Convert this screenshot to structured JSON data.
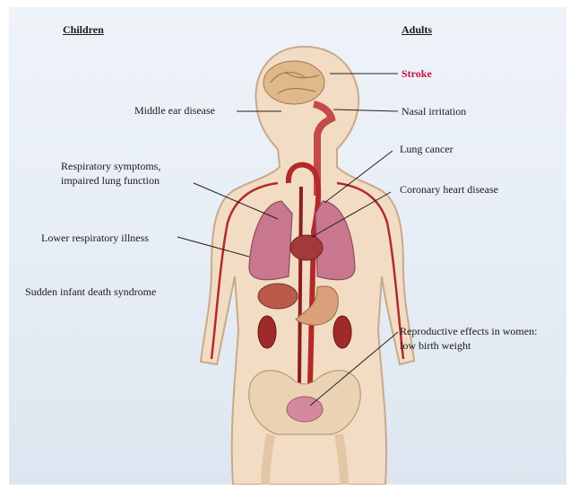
{
  "headers": {
    "children": "Children",
    "adults": "Adults"
  },
  "labels": {
    "stroke": "Stroke",
    "nasal_irritation": "Nasal irritation",
    "middle_ear": "Middle ear disease",
    "lung_cancer": "Lung cancer",
    "respiratory_line1": "Respiratory symptoms,",
    "respiratory_line2": "impaired lung function",
    "coronary": "Coronary heart disease",
    "lower_respiratory": "Lower respiratory illness",
    "sids": "Sudden infant death syndrome",
    "reproductive_line1": "Reproductive effects in women:",
    "reproductive_line2": "low birth weight"
  },
  "colors": {
    "accent": "#c2143c",
    "body": "#f3dcc4",
    "vessel": "#b32a2a",
    "lung": "#c9778f"
  }
}
